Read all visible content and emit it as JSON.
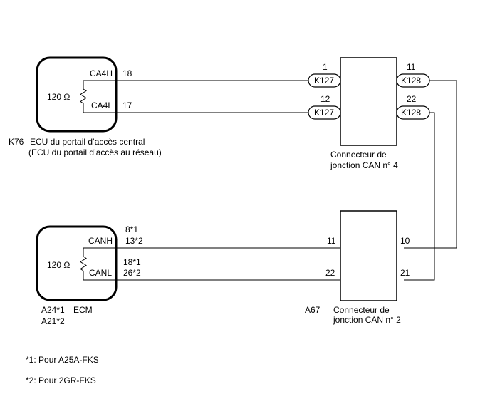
{
  "ecu_gateway": {
    "id": "K76",
    "name": "ECU du portail d’accès central",
    "alt_name": "(ECU du portail d’accès au réseau)",
    "resistor": "120 Ω",
    "pin_high": "CA4H",
    "pin_low": "CA4L",
    "pin_high_num": "18",
    "pin_low_num": "17"
  },
  "ecm": {
    "id_1": "A24*1",
    "id_2": "A21*2",
    "name": "ECM",
    "resistor": "120 Ω",
    "pin_high": "CANH",
    "pin_low": "CANL",
    "pin_high_num_1": "8*1",
    "pin_high_num_2": "13*2",
    "pin_low_num_1": "18*1",
    "pin_low_num_2": "26*2"
  },
  "junction_4": {
    "name_line1": "Connecteur de",
    "name_line2": "jonction CAN n° 4",
    "left_pin_top": "1",
    "left_pin_bottom": "12",
    "right_pin_top": "11",
    "right_pin_bottom": "22",
    "left_connector": "K127",
    "right_connector": "K128"
  },
  "junction_2": {
    "id": "A67",
    "name_line1": "Connecteur de",
    "name_line2": "jonction CAN n° 2",
    "left_pin_top": "11",
    "left_pin_bottom": "22",
    "right_pin_top": "10",
    "right_pin_bottom": "21"
  },
  "notes": {
    "note1": "*1: Pour A25A-FKS",
    "note2": "*2: Pour 2GR-FKS"
  }
}
